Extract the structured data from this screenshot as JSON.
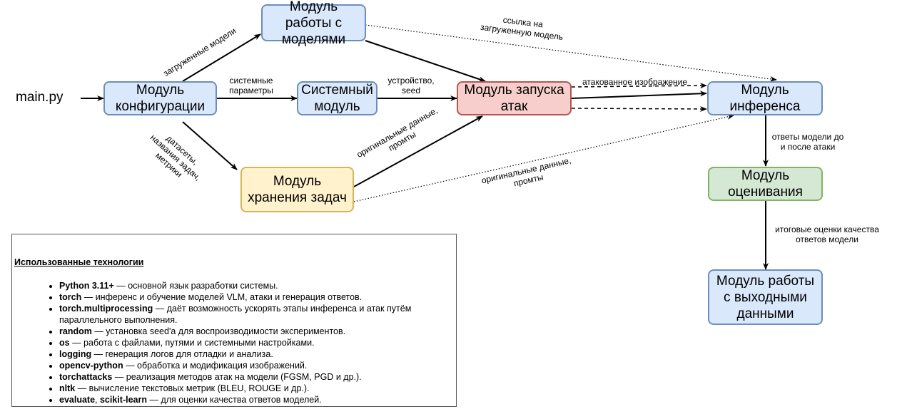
{
  "entry": "main.py",
  "nodes": {
    "config": "Модуль конфигурации",
    "models": "Модуль работы с моделями",
    "system": "Системный модуль",
    "attacks": "Модуль запуска атак",
    "inference": "Модуль инференса",
    "tasks": "Модуль хранения задач",
    "evaluation": "Модуль оценивания",
    "output": "Модуль работы с выходными данными"
  },
  "edge_labels": {
    "loaded_models": "загруженные модели",
    "system_params_1": "системные",
    "system_params_2": "параметры",
    "device_seed_1": "устройство,",
    "device_seed_2": "seed",
    "datasets_1": "датасеты,",
    "datasets_2": "названия задач,",
    "datasets_3": "метрики",
    "orig_data_1": "оригинальные данные,",
    "orig_data_2": "промты",
    "model_link_1": "ссылка на",
    "model_link_2": "загруженную модель",
    "attacked_image": "атакованное изображение",
    "orig_data_b_1": "оригинальные данные,",
    "orig_data_b_2": "промты",
    "answers_1": "ответы модели до",
    "answers_2": "и после атаки",
    "scores_1": "итоговые оценки качества",
    "scores_2": "ответов модели"
  },
  "tech": {
    "title": "Использованные технологии",
    "items": [
      {
        "name": "Python 3.11+",
        "desc": " — основной язык разработки системы."
      },
      {
        "name": "torch",
        "desc": " — инференс и обучение моделей VLM, атаки и генерация ответов."
      },
      {
        "name": "torch.multiprocessing",
        "desc": " — даёт возможность ускорять этапы инференса и атак путём параллельного выполнения."
      },
      {
        "name": "random",
        "desc": " — установка seed'а для воспроизводимости экспериментов."
      },
      {
        "name": "os",
        "desc": " — работа с файлами, путями и системными настройками."
      },
      {
        "name": "logging",
        "desc": " — генерация логов для отладки и анализа."
      },
      {
        "name": "opencv-python",
        "desc": " — обработка и модификация изображений."
      },
      {
        "name": "torchattacks",
        "desc": " — реализация методов атак на модели (FGSM, PGD и др.)."
      },
      {
        "name": "nltk",
        "desc": " — вычисление текстовых метрик (BLEU, ROUGE и др.)."
      },
      {
        "name": "evaluate",
        "desc": ""
      }
    ],
    "last_extra_name": "scikit-learn",
    "last_sep": ", ",
    "last_desc": " — для оценки качества ответов моделей."
  },
  "colors": {
    "blue_fill": "#dae8fc",
    "blue_stroke": "#6c8ebf",
    "red_fill": "#f8cecc",
    "red_stroke": "#b85450",
    "yellow_fill": "#fff2cc",
    "yellow_stroke": "#d6b656",
    "green_fill": "#d5e8d4",
    "green_stroke": "#82b366"
  }
}
